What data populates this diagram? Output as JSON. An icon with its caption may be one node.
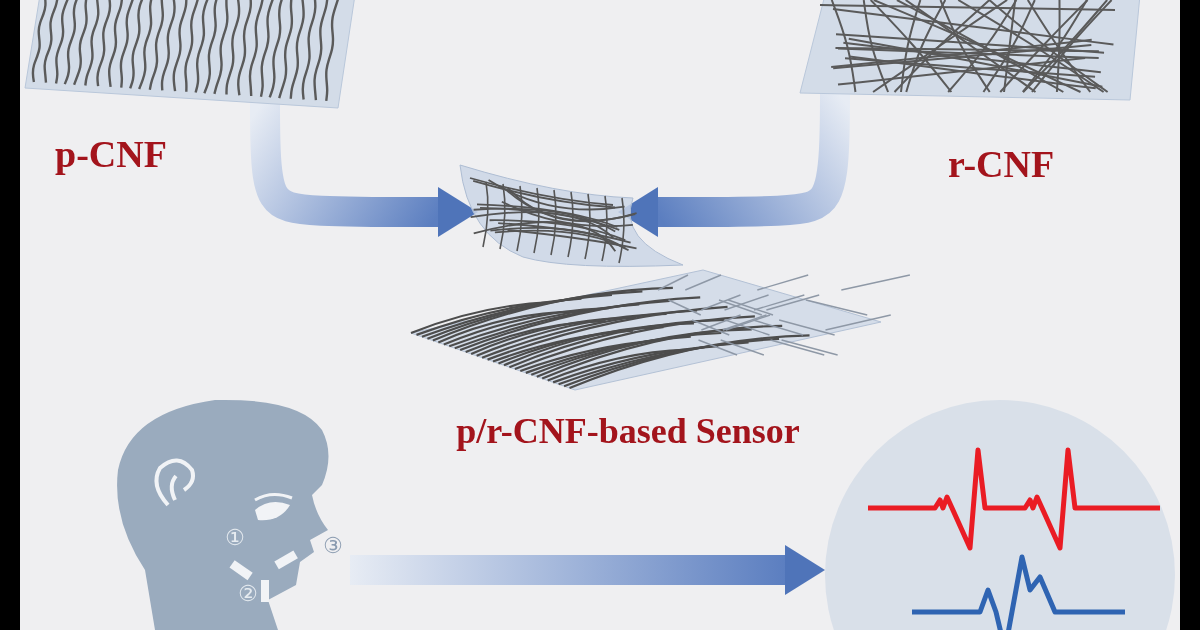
{
  "diagram": {
    "nodes": [
      {
        "text": [
          "p-CNF"
        ]
      },
      {
        "text": [
          "r-CNF"
        ]
      },
      {
        "text": [
          "p/r-CNF-based Sensor"
        ]
      },
      {
        "text": [
          "①",
          "②",
          "③"
        ]
      },
      {
        "text": [],
        "shape": "circle"
      }
    ],
    "edges": [
      {
        "from": 0,
        "to": 2,
        "arrow": "to"
      },
      {
        "from": 1,
        "to": 2,
        "arrow": "to"
      },
      {
        "from": 3,
        "to": 4,
        "arrow": "to"
      }
    ]
  }
}
